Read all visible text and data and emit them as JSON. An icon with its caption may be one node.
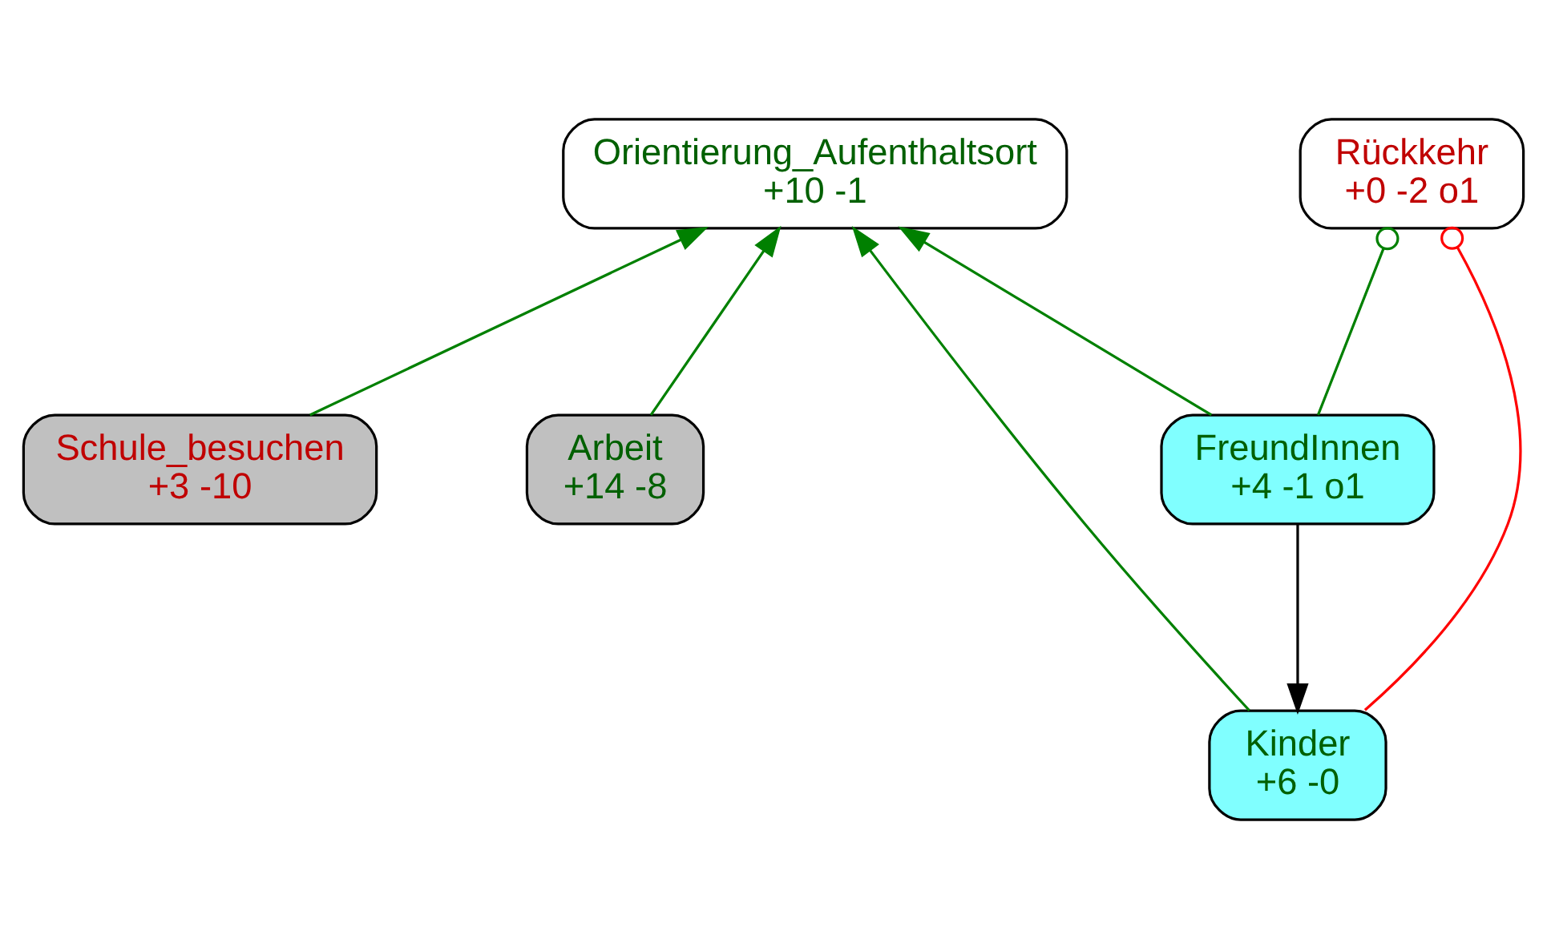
{
  "diagram": {
    "nodes": [
      {
        "text": [
          "Schule_besuchen",
          "+3 -10"
        ]
      },
      {
        "text": [
          "Orientierung_Aufenthaltsort",
          "+10 -1"
        ]
      },
      {
        "text": [
          "Arbeit",
          "+14 -8"
        ]
      },
      {
        "text": [
          "FreundInnen",
          "+4 -1 o1"
        ]
      },
      {
        "text": [
          "Rückkehr",
          "+0 -2 o1"
        ]
      },
      {
        "text": [
          "Kinder",
          "+6 -0"
        ]
      }
    ],
    "edges": [
      {
        "from": 0,
        "to": 1,
        "arrow": "to"
      },
      {
        "from": 3,
        "to": 1,
        "arrow": "to"
      },
      {
        "from": 5,
        "to": 1,
        "arrow": "to"
      },
      {
        "from": 2,
        "to": 1,
        "arrow": "to"
      },
      {
        "from": 3,
        "to": 4,
        "arrow": "other"
      },
      {
        "from": 3,
        "to": 5,
        "arrow": "to",
        "color": "#000000"
      },
      {
        "from": 5,
        "to": 4,
        "arrow": "other",
        "color": "#ff0000"
      }
    ]
  }
}
